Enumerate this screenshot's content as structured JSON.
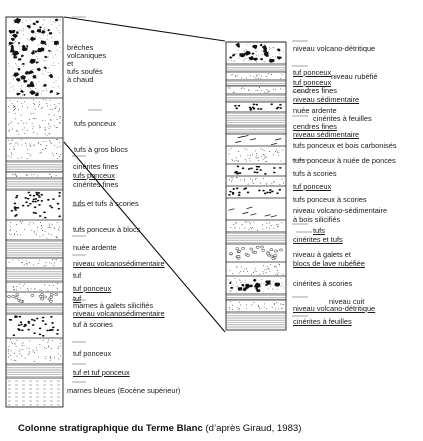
{
  "caption": {
    "title": "Colonne stratigraphique du Terme Blanc",
    "source": "(d’après Giraud, 1983)"
  },
  "left_column": {
    "labels": [
      {
        "text": "brèches"
      },
      {
        "text": "volcaniques"
      },
      {
        "text": "et"
      },
      {
        "text": "tufs soufés"
      },
      {
        "text": "à chaud"
      },
      {
        "text": "tufs ponceux"
      },
      {
        "text": "tufs à gros blocs"
      },
      {
        "text": "cinérites fines"
      },
      {
        "text": "tufs ponceux",
        "underline": true
      },
      {
        "text": "cinérites fines"
      },
      {
        "text": "tufs et tufs à scories"
      },
      {
        "text": "tufs ponceux à blocs"
      },
      {
        "text": "nuée ardente"
      },
      {
        "text": "niveau volcanosédimentaire",
        "underline": true
      },
      {
        "text": "tuf"
      },
      {
        "text": "tuf ponceux",
        "underline": true
      },
      {
        "text": "tuf",
        "underline": true
      },
      {
        "text": "marnes à galets silicifiés"
      },
      {
        "text": "niveau volcanosédimentaire",
        "underline": true
      },
      {
        "text": "tuf à scories"
      },
      {
        "text": "tuf ponceux"
      },
      {
        "text": "tuf et tuf ponceux",
        "underline": true
      },
      {
        "text": "marnes bleues (Eocène supérieur)"
      }
    ]
  },
  "right_column": {
    "labels": [
      {
        "text": "niveau volcano-détritique"
      },
      {
        "text": "tuf ponceux",
        "underline": true
      },
      {
        "text": "niveau rubéfié"
      },
      {
        "text": "tuf ponceux",
        "underline": true
      },
      {
        "text": "cendres fines"
      },
      {
        "text": "niveau sédimentaire",
        "underline": true
      },
      {
        "text": "nuée ardente"
      },
      {
        "text": "cinérites à feuilles"
      },
      {
        "text": "cendres fines",
        "underline": true
      },
      {
        "text": "niveau sédimentaire",
        "underline": true
      },
      {
        "text": "tufs ponceux et bois carbonisés"
      },
      {
        "text": "tufs ponceux à nuée de ponces"
      },
      {
        "text": "tufs à scories"
      },
      {
        "text": "tuf ponceux",
        "underline": true
      },
      {
        "text": "tufs ponceux à scories"
      },
      {
        "text": "niveau volcano-sédimentaire"
      },
      {
        "text": "à bois silicifiés"
      },
      {
        "text": "tufs",
        "underline": true
      },
      {
        "text": "cinérites et tufs",
        "underline": true
      },
      {
        "text": "niveau à galets et"
      },
      {
        "text": "blocs de lave rubéfiée",
        "underline": true
      },
      {
        "text": "cinérites à scories"
      },
      {
        "text": "niveau cuit"
      },
      {
        "text": "niveau volcano-détritique",
        "underline": true
      },
      {
        "text": "cinérites à feuilles",
        "underline": true
      }
    ]
  }
}
